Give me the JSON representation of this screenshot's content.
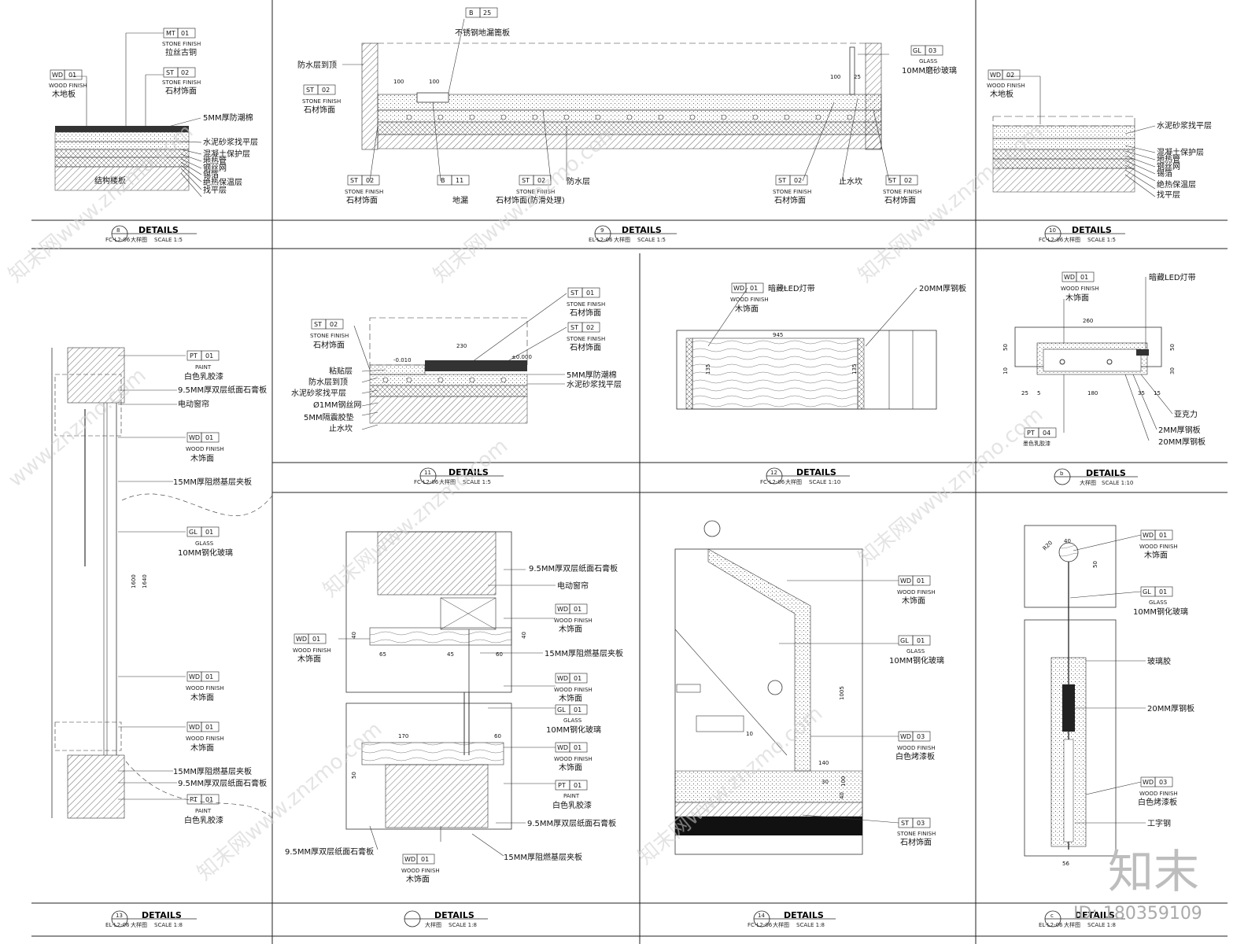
{
  "sheet": {
    "brand_mark": "知末",
    "image_id": "ID: 180359109",
    "watermarks": [
      "知末网www.znzmo.com",
      "www.znzmo.com"
    ]
  },
  "details": [
    {
      "num": "8",
      "title": "DETAILS",
      "ref": "FC-L2-06",
      "sub": "大样图",
      "scale": "SCALE 1:5"
    },
    {
      "num": "9",
      "title": "DETAILS",
      "ref": "EL-L2-06",
      "sub": "大样图",
      "scale": "SCALE 1:5"
    },
    {
      "num": "10",
      "title": "DETAILS",
      "ref": "FC-L2-06",
      "sub": "大样图",
      "scale": "SCALE 1:5"
    },
    {
      "num": "11",
      "title": "DETAILS",
      "ref": "FC-L2-06",
      "sub": "大样图",
      "scale": "SCALE 1:5"
    },
    {
      "num": "12",
      "title": "DETAILS",
      "ref": "FC-L2-06",
      "sub": "大样图",
      "scale": "SCALE 1:10"
    },
    {
      "num": "b",
      "title": "DETAILS",
      "ref": "",
      "sub": "大样图",
      "scale": "SCALE 1:10"
    },
    {
      "num": "13",
      "title": "DETAILS",
      "ref": "EL-L2-06",
      "sub": "大样图",
      "scale": "SCALE 1:8"
    },
    {
      "num": "",
      "title": "DETAILS",
      "ref": "",
      "sub": "大样图",
      "scale": "SCALE 1:8"
    },
    {
      "num": "14",
      "title": "DETAILS",
      "ref": "FC-L2-06",
      "sub": "大样图",
      "scale": "SCALE 1:8"
    },
    {
      "num": "c",
      "title": "DETAILS",
      "ref": "EL-L2-06",
      "sub": "大样图",
      "scale": "SCALE 1:8"
    }
  ],
  "tags": {
    "mt01": {
      "code": "MT",
      "no": "01",
      "en": "STONE FINISH",
      "cn": "拉丝古铜"
    },
    "wd01": {
      "code": "WD",
      "no": "01",
      "en": "WOOD FINISH",
      "cn": "木地板"
    },
    "st02": {
      "code": "ST",
      "no": "02",
      "en": "STONE FINISH",
      "cn": "石材饰面"
    },
    "st02b": {
      "code": "ST",
      "no": "02",
      "en": "STONE FINISH",
      "cn": "石材饰面(防滑处理)"
    },
    "st03": {
      "code": "ST",
      "no": "03",
      "en": "STONE FINISH",
      "cn": "石材饰面"
    },
    "b25": {
      "code": "B",
      "no": "25",
      "cn": "不锈钢地漏篦板"
    },
    "b11": {
      "code": "B",
      "no": "11",
      "cn": "地漏"
    },
    "gl03": {
      "code": "GL",
      "no": "03",
      "en": "GLASS",
      "cn": "10MM磨砂玻璃"
    },
    "wd02": {
      "code": "WD",
      "no": "02",
      "en": "WOOD FINISH",
      "cn": "木地板"
    },
    "pt01": {
      "code": "PT",
      "no": "01",
      "en": "PAINT",
      "cn": "白色乳胶漆"
    },
    "wd01b": {
      "code": "WD",
      "no": "01",
      "en": "WOOD FINISH",
      "cn": "木饰面"
    },
    "gl01": {
      "code": "GL",
      "no": "01",
      "en": "GLASS",
      "cn": "10MM钢化玻璃"
    },
    "pt04": {
      "code": "PT",
      "no": "04",
      "en": "",
      "cn": "墨色乳胶漆"
    },
    "wd03": {
      "code": "WD",
      "no": "03",
      "en": "WOOD FINISH",
      "cn": "白色烤漆板"
    }
  },
  "notes": {
    "d8": [
      "5MM厚防潮棉",
      "水泥砂浆找平层",
      "混凝土保护层",
      "地热管",
      "钢丝网",
      "锡箔",
      "绝热保温层",
      "找平层",
      "结构楼板"
    ],
    "d9": [
      "防水层到顶",
      "防水层",
      "止水坎"
    ],
    "d10": [
      "水泥砂浆找平层",
      "混凝土保护层",
      "地热管",
      "钢丝网",
      "锡箔",
      "绝热保温层",
      "找平层"
    ],
    "d11": [
      "粘贴层",
      "防水层到顶",
      "水泥砂浆找平层",
      "Ø1MM钢丝网",
      "5MM隔震胶垫",
      "止水坎",
      "5MM厚防潮棉",
      "水泥砂浆找平层"
    ],
    "d12": [
      "暗藏LED灯带",
      "20MM厚钢板"
    ],
    "db": [
      "暗藏LED灯带",
      "亚克力",
      "2MM厚钢板",
      "20MM厚钢板"
    ],
    "d13": [
      "9.5MM厚双层纸面石膏板",
      "电动窗帘",
      "15MM厚阻燃基层夹板",
      "15MM厚阻燃基层夹板",
      "9.5MM厚双层纸面石膏板"
    ],
    "dmid": [
      "9.5MM厚双层纸面石膏板",
      "电动窗帘",
      "15MM厚阻燃基层夹板",
      "9.5MM厚双层纸面石膏板",
      "9.5MM厚双层纸面石膏板",
      "15MM厚阻燃基层夹板"
    ],
    "dc": [
      "玻璃胶",
      "20MM厚钢板",
      "工字钢"
    ]
  },
  "dims": {
    "d9": [
      "100",
      "100",
      "100",
      "25"
    ],
    "d11": [
      "230",
      "-0.010",
      "±0.000"
    ],
    "d12": [
      "945",
      "135",
      "135"
    ],
    "db": [
      "260",
      "180",
      "25",
      "5",
      "35",
      "15",
      "50",
      "50",
      "10",
      "30"
    ],
    "d13": [
      "1600",
      "1640"
    ],
    "dmid": [
      "65",
      "45",
      "60",
      "40",
      "40",
      "170",
      "60",
      "50"
    ],
    "d14": [
      "1005",
      "140",
      "30",
      "100",
      "40",
      "10"
    ],
    "dc": [
      "40",
      "50",
      "56",
      "R20"
    ]
  }
}
